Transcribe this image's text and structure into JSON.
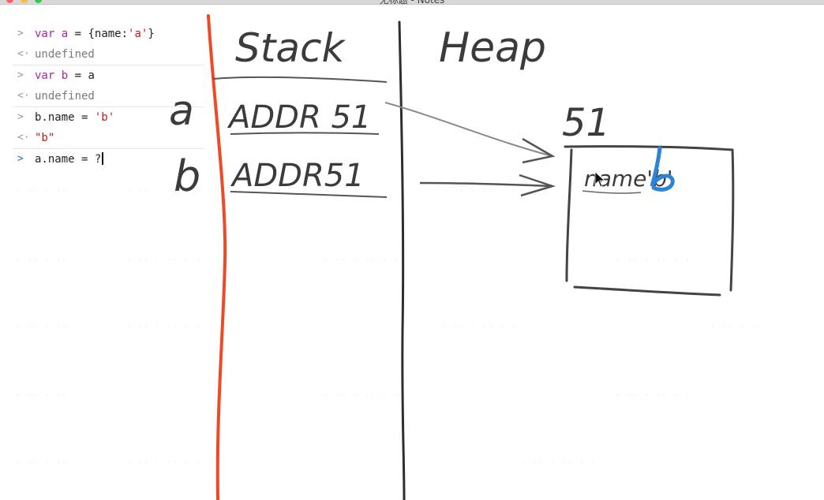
{
  "window": {
    "title": "无标题 - Notes"
  },
  "console": {
    "lines": [
      {
        "type": "input",
        "keyword": "var",
        "name": "a",
        "op": " = {name:",
        "string": "'a'",
        "tail": "}"
      },
      {
        "type": "output",
        "text": "undefined"
      },
      {
        "type": "input",
        "keyword": "var",
        "name": "b",
        "op": " = a"
      },
      {
        "type": "output",
        "text": "undefined"
      },
      {
        "type": "input",
        "code": "b.name = ",
        "string": "'b'"
      },
      {
        "type": "output",
        "text": "\"b\""
      },
      {
        "type": "input",
        "code": "a.name = ?"
      }
    ],
    "prompt_in": ">",
    "prompt_out": "<·"
  },
  "diagram": {
    "stack_label": "Stack",
    "heap_label": "Heap",
    "var_a": "a",
    "var_b": "b",
    "addr_a": "ADDR 51",
    "addr_b": "ADDR51",
    "heap_addr": "51",
    "heap_content": "name'b'",
    "colors": {
      "stack_line": "#f04a24",
      "ink": "#3b3b3b",
      "highlight": "#2b82d9"
    }
  }
}
